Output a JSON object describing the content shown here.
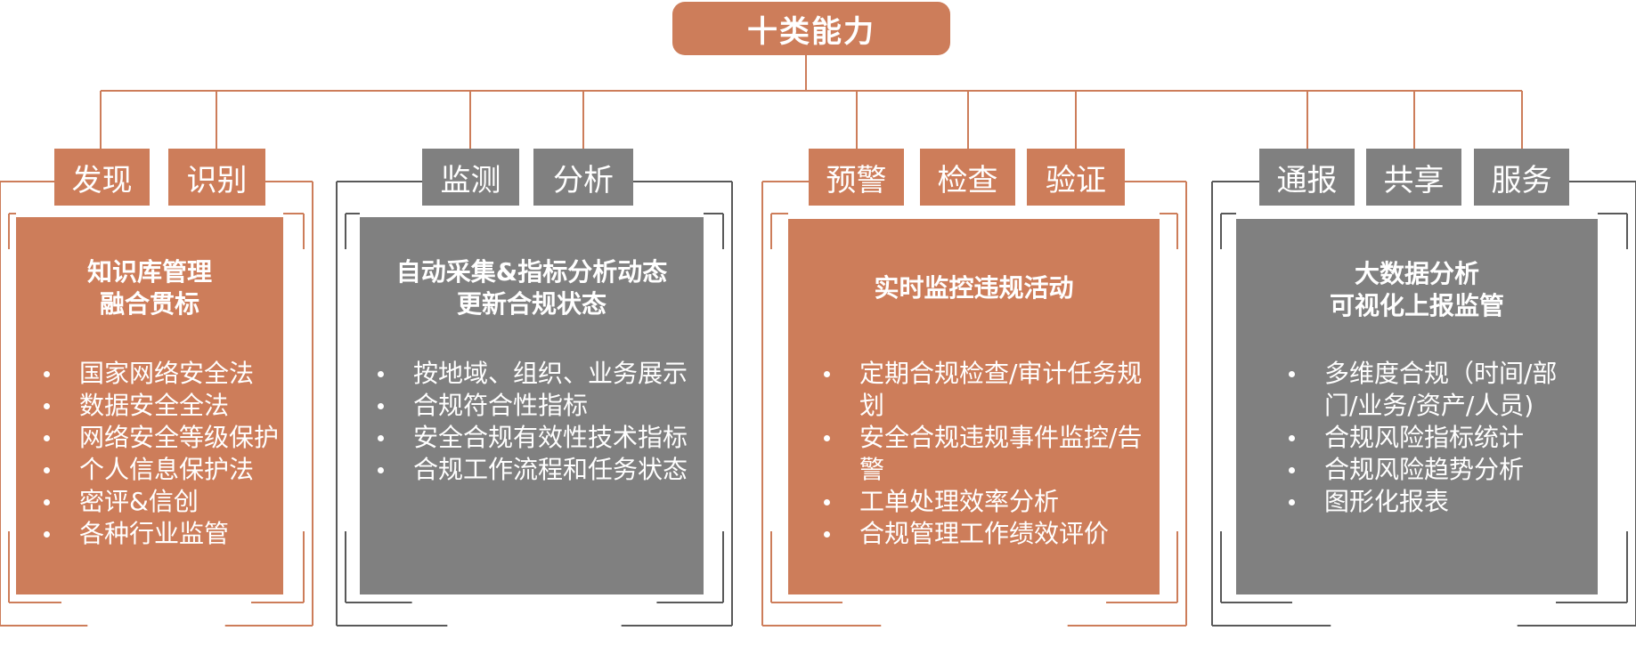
{
  "colors": {
    "orange": "#cd7d5a",
    "gray": "#808080",
    "line_orange": "#cd7d5a",
    "line_gray": "#595959"
  },
  "root": {
    "label": "十类能力"
  },
  "groups": [
    {
      "color": "orange",
      "tags": [
        "发现",
        "识别"
      ],
      "title": [
        "知识库管理",
        "融合贯标"
      ],
      "bullets": [
        "国家网络安全法",
        "数据安全全法",
        "网络安全等级保护",
        "个人信息保护法",
        "密评&信创",
        "各种行业监管"
      ]
    },
    {
      "color": "gray",
      "tags": [
        "监测",
        "分析"
      ],
      "title": [
        "自动采集&指标分析动态",
        "更新合规状态"
      ],
      "bullets": [
        "按地域、组织、业务展示",
        "合规符合性指标",
        "安全合规有效性技术指标",
        "合规工作流程和任务状态"
      ]
    },
    {
      "color": "orange",
      "tags": [
        "预警",
        "检查",
        "验证"
      ],
      "title": [
        "实时监控违规活动"
      ],
      "bullets": [
        "定期合规检查/审计任务规划",
        "安全合规违规事件监控/告警",
        "工单处理效率分析",
        "合规管理工作绩效评价"
      ]
    },
    {
      "color": "gray",
      "tags": [
        "通报",
        "共享",
        "服务"
      ],
      "title": [
        "大数据分析",
        "可视化上报监管"
      ],
      "bullets": [
        "多维度合规（时间/部门/业务/资产/人员)",
        "合规风险指标统计",
        "合规风险趋势分析",
        "图形化报表"
      ]
    }
  ]
}
